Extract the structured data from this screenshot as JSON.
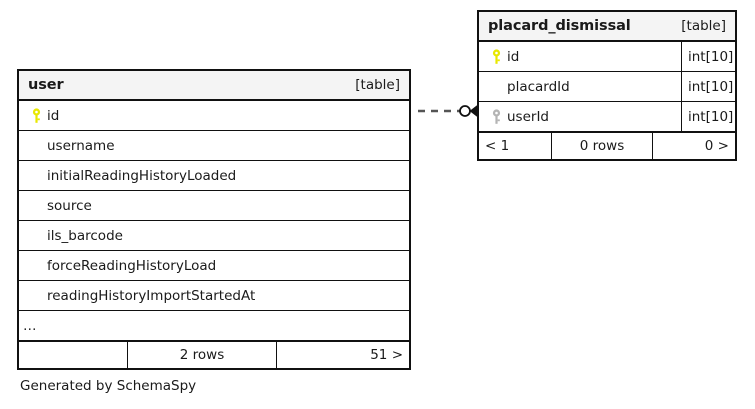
{
  "diagram": {
    "caption": "Generated by SchemaSpy",
    "table_tag": "[table]"
  },
  "tables": [
    {
      "id": "user",
      "name": "user",
      "tag": "[table]",
      "columns": [
        {
          "name": "id",
          "type": "",
          "key": "primary"
        },
        {
          "name": "username",
          "type": "",
          "key": "none"
        },
        {
          "name": "initialReadingHistoryLoaded",
          "type": "",
          "key": "none"
        },
        {
          "name": "source",
          "type": "",
          "key": "none"
        },
        {
          "name": "ils_barcode",
          "type": "",
          "key": "none"
        },
        {
          "name": "forceReadingHistoryLoad",
          "type": "",
          "key": "none"
        },
        {
          "name": "readingHistoryImportStartedAt",
          "type": "",
          "key": "none"
        },
        {
          "name": "…",
          "type": "",
          "key": "none"
        }
      ],
      "footer": {
        "left": "",
        "middle": "2 rows",
        "right": "51 >"
      }
    },
    {
      "id": "placard_dismissal",
      "name": "placard_dismissal",
      "tag": "[table]",
      "columns": [
        {
          "name": "id",
          "type": "int[10]",
          "key": "primary"
        },
        {
          "name": "placardId",
          "type": "int[10]",
          "key": "none"
        },
        {
          "name": "userId",
          "type": "int[10]",
          "key": "foreign"
        }
      ],
      "footer": {
        "left": "< 1",
        "middle": "0 rows",
        "right": "0 >"
      }
    }
  ],
  "relationship": {
    "from_table": "user",
    "from_column": "id",
    "to_table": "placard_dismissal",
    "to_column": "userId",
    "style": "dashed",
    "source_cardinality": "zero-or-one",
    "target_cardinality": "many"
  },
  "colors": {
    "primary_key": "#e8e800",
    "foreign_key": "#b4b4b4",
    "border": "#111111",
    "header_fill": "#f4f4f4",
    "background": "#ffffff",
    "text": "#1a1a1a"
  }
}
